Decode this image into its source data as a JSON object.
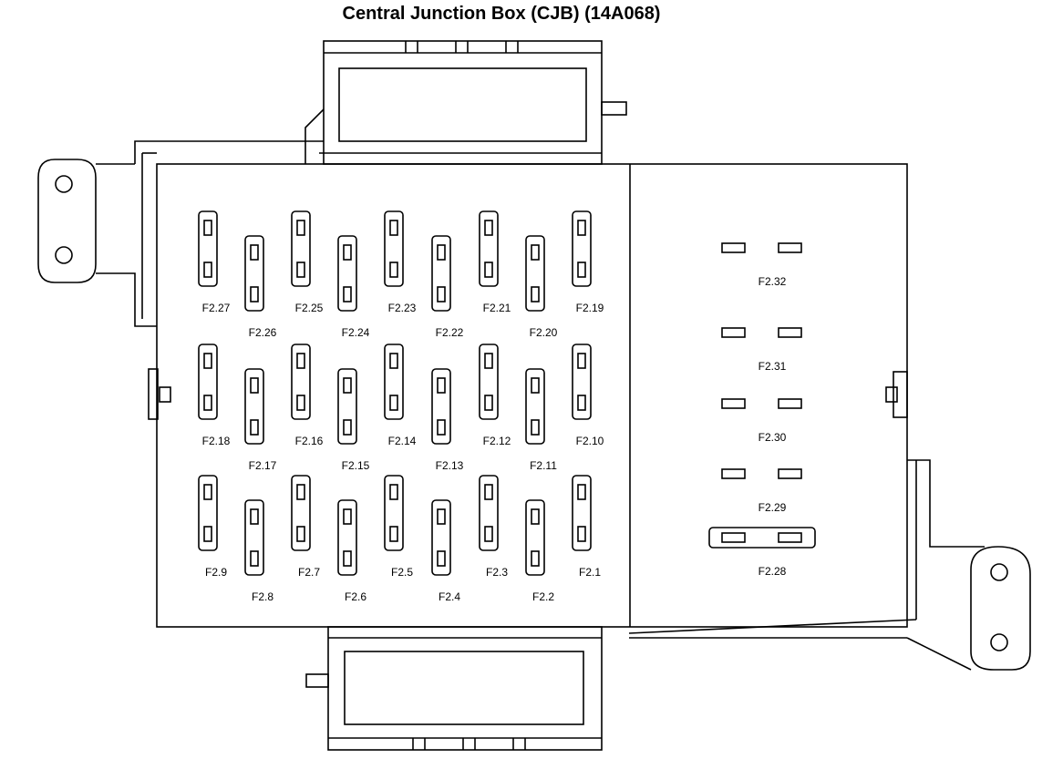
{
  "title": "Central Junction Box (CJB) (14A068)",
  "main_fuses": {
    "top_row": [
      "F2.27",
      "F2.26",
      "F2.25",
      "F2.24",
      "F2.23",
      "F2.22",
      "F2.21",
      "F2.20",
      "F2.19"
    ],
    "middle_row": [
      "F2.18",
      "F2.17",
      "F2.16",
      "F2.15",
      "F2.14",
      "F2.13",
      "F2.12",
      "F2.11",
      "F2.10"
    ],
    "bottom_row": [
      "F2.9",
      "F2.8",
      "F2.7",
      "F2.6",
      "F2.5",
      "F2.4",
      "F2.3",
      "F2.2",
      "F2.1"
    ]
  },
  "relay_fuses": [
    "F2.32",
    "F2.31",
    "F2.30",
    "F2.29",
    "F2.28"
  ]
}
